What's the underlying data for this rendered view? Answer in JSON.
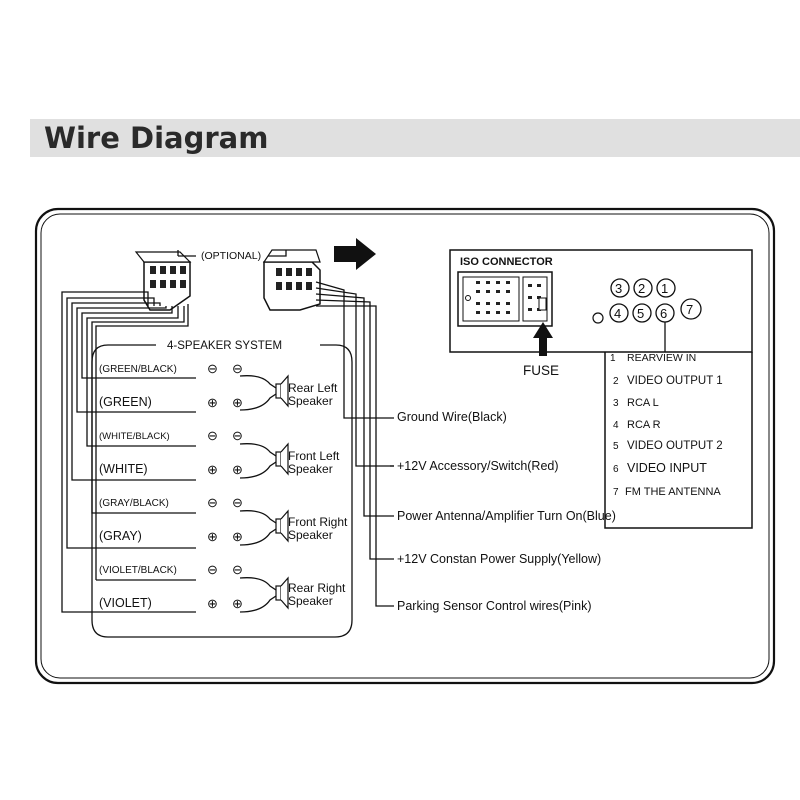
{
  "title": "Wire Diagram",
  "optional_label": "(OPTIONAL)",
  "speaker_system": {
    "title": "4-SPEAKER SYSTEM",
    "wires": [
      "(GREEN/BLACK)",
      "(GREEN)",
      "(WHITE/BLACK)",
      "(WHITE)",
      "(GRAY/BLACK)",
      "(GRAY)",
      "(VIOLET/BLACK)",
      "(VIOLET)"
    ],
    "speakers": [
      {
        "line1": "Rear Left",
        "line2": "Speaker"
      },
      {
        "line1": "Front Left",
        "line2": "Speaker"
      },
      {
        "line1": "Front Right",
        "line2": "Speaker"
      },
      {
        "line1": "Rear Right",
        "line2": "Speaker"
      }
    ],
    "polarity_minus": "⊖",
    "polarity_plus": "⊕"
  },
  "power_wires": [
    "Ground  Wire(Black)",
    "+12V Accessory/Switch(Red)",
    "Power Antenna/Amplifier Turn On(Blue)",
    "+12V Constan Power Supply(Yellow)",
    "Parking Sensor Control wires(Pink)"
  ],
  "iso": {
    "title": "ISO CONNECTOR",
    "fuse": "FUSE",
    "jack_numbers": [
      "3",
      "2",
      "1",
      "4",
      "5",
      "6",
      "7"
    ],
    "legend": [
      {
        "num": "1",
        "label": "REARVIEW IN"
      },
      {
        "num": "2",
        "label": "VIDEO OUTPUT  1"
      },
      {
        "num": "3",
        "label": "RCA L"
      },
      {
        "num": "4",
        "label": "RCA R"
      },
      {
        "num": "5",
        "label": "VIDEO OUTPUT  2"
      },
      {
        "num": "6",
        "label": "VIDEO  INPUT"
      },
      {
        "num": "7",
        "label": "FM THE ANTENNA"
      }
    ]
  }
}
